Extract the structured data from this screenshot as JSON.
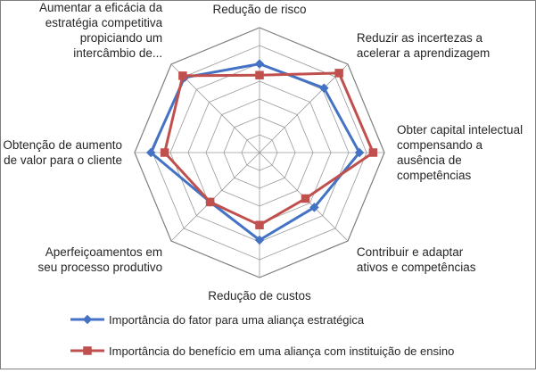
{
  "chart_data": {
    "type": "radar",
    "categories": [
      [
        "Redução de risco"
      ],
      [
        "Reduzir as incertezas a",
        "acelerar a aprendizagem"
      ],
      [
        "Obter capital intelectual",
        "compensando a",
        "ausência de",
        "competências"
      ],
      [
        "Contribuir e adaptar",
        "ativos e competências"
      ],
      [
        "Redução de custos"
      ],
      [
        "Aperfeiçoamentos em",
        "seu processo produtivo"
      ],
      [
        "Obtenção de aumento",
        "de valor para o cliente"
      ],
      [
        "Aumentar a eficácia da",
        "estratégia competitiva",
        "propiciando um",
        "intercâmbio de..."
      ]
    ],
    "rmax": 10,
    "rings": 7,
    "grid": true,
    "legend_position": "bottom",
    "series": [
      {
        "name": "Importância do fator para uma aliança estratégica",
        "color": "#4472c4",
        "marker": "diamond",
        "values": [
          7.1,
          7.3,
          8.0,
          6.2,
          7.0,
          5.6,
          8.7,
          8.5
        ]
      },
      {
        "name": "Importância do benefício em uma aliança com instituição de ensino",
        "color": "#c0504d",
        "marker": "square",
        "values": [
          6.2,
          9.0,
          9.1,
          5.2,
          5.8,
          5.6,
          7.6,
          8.7
        ]
      }
    ]
  }
}
